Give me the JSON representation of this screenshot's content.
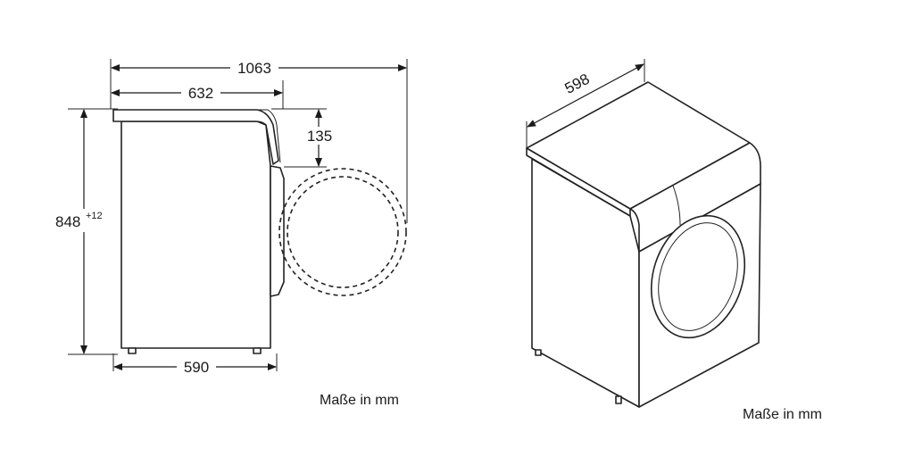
{
  "side_view": {
    "dim_total_depth": "1063",
    "dim_depth_with_top": "632",
    "dim_door_offset": "135",
    "dim_height": "848",
    "dim_height_tolerance": "+12",
    "dim_base_depth": "590",
    "caption": "Maße in mm"
  },
  "iso_view": {
    "dim_width": "598",
    "caption": "Maße in mm"
  },
  "colors": {
    "stroke": "#222222",
    "background": "#ffffff"
  }
}
